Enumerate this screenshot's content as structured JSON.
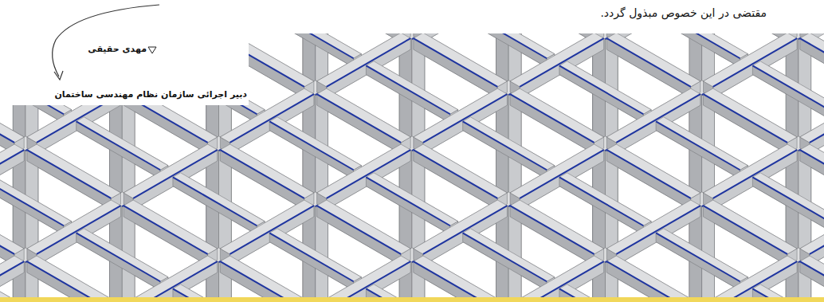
{
  "diagram": {
    "labels": [
      "مقتضی در این خصوص مبذول گردد.",
      "مهدی حقیقی",
      "دبیر اجرائی سازمان نظام مهندسی ساختمان"
    ]
  }
}
